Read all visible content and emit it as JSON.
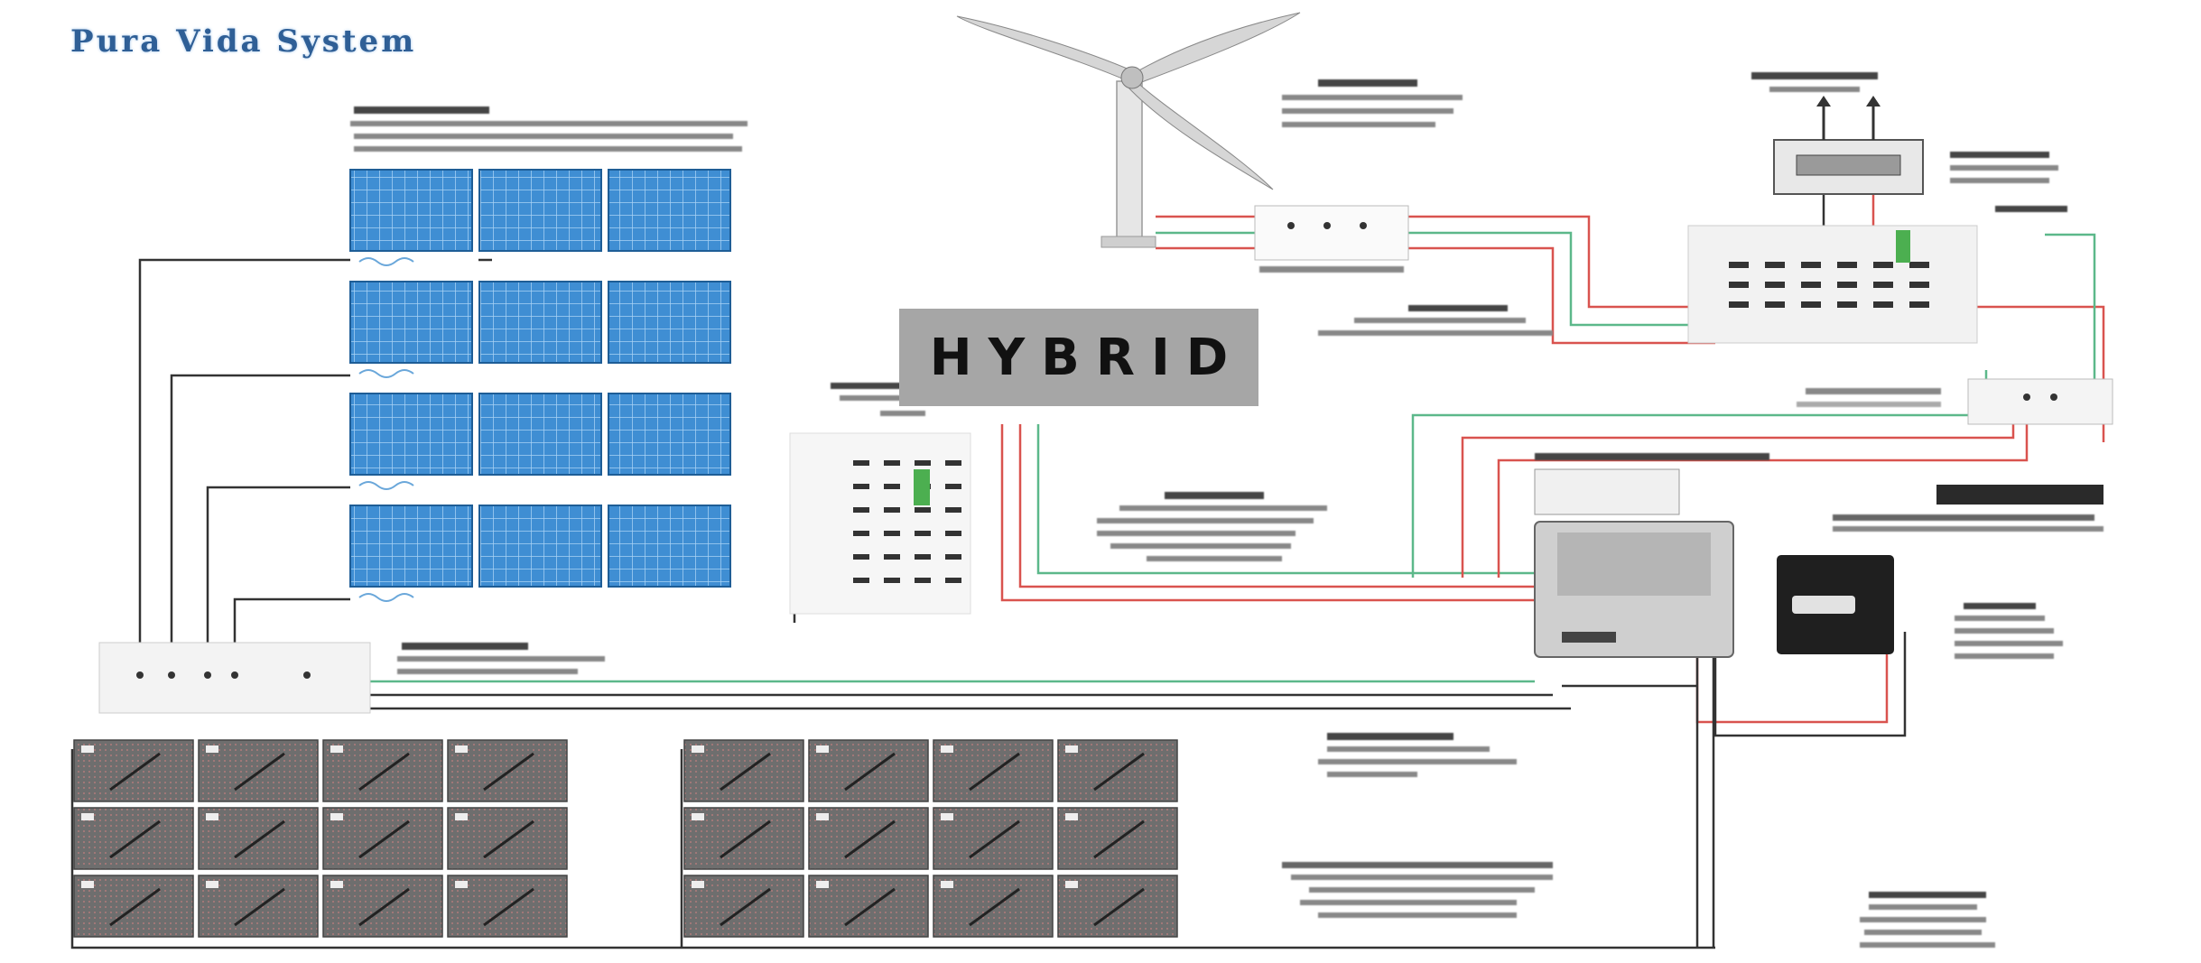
{
  "diagram": {
    "title": "Pura Vida System",
    "badge": "HYBRID"
  },
  "colors": {
    "title": "#2f5f96",
    "panel_blue": "#3f8ed3",
    "battery_gray": "#6b6b6b",
    "wire_red": "#d9534f",
    "wire_green": "#5cb88a",
    "wire_black": "#333333",
    "badge_bg": "#a6a6a6"
  },
  "components": [
    {
      "id": "wind-turbine",
      "icon": "wind-turbine-icon"
    },
    {
      "id": "pv-array",
      "icon": "solar-panel-icon",
      "rows": 4,
      "cols": 3
    },
    {
      "id": "battery-bank-left",
      "icon": "battery-icon",
      "rows": 3,
      "cols": 4
    },
    {
      "id": "battery-bank-right",
      "icon": "battery-icon",
      "rows": 3,
      "cols": 4
    },
    {
      "id": "inverter",
      "icon": "inverter-icon"
    },
    {
      "id": "charge-controller",
      "icon": "charge-controller-icon"
    },
    {
      "id": "utility-meter",
      "icon": "meter-icon"
    },
    {
      "id": "ac-breaker-panel",
      "icon": "breaker-panel-icon"
    },
    {
      "id": "dc-power-panel",
      "icon": "breaker-panel-icon"
    },
    {
      "id": "pv-combiner-box",
      "icon": "combiner-box-icon"
    },
    {
      "id": "ac-disconnect",
      "icon": "disconnect-switch-icon"
    },
    {
      "id": "remote-display",
      "icon": "display-icon"
    }
  ]
}
